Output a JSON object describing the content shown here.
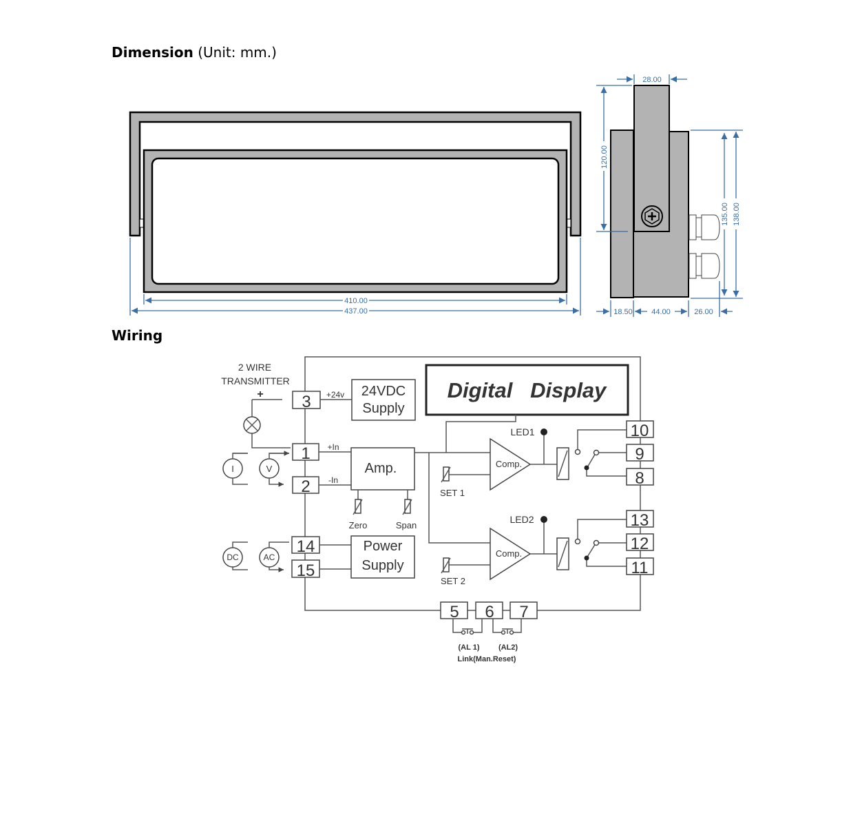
{
  "dimension": {
    "title": "Dimension",
    "unit": " (Unit: mm.)",
    "front": {
      "inner_width": "410.00",
      "outer_width": "437.00"
    },
    "side": {
      "top_width": "28.00",
      "bracket_height": "120.00",
      "body_height": "135.00",
      "overall_height": "138.00",
      "front_depth": "18.50",
      "body_depth": "44.00",
      "gland_depth": "26.00"
    },
    "colors": {
      "dimension_line": "#3a6ea5",
      "body_fill": "#b3b3b3"
    }
  },
  "wiring": {
    "title": "Wiring",
    "transmitter": [
      "2 WIRE",
      "TRANSMITTER"
    ],
    "plus": "+",
    "sources": {
      "current": "I",
      "voltage": "V",
      "dc": "DC",
      "ac": "AC"
    },
    "terminals": {
      "t3": "3",
      "t1": "1",
      "t2": "2",
      "t14": "14",
      "t15": "15",
      "t10": "10",
      "t9": "9",
      "t8": "8",
      "t13": "13",
      "t12": "12",
      "t11": "11",
      "t5": "5",
      "t6": "6",
      "t7": "7"
    },
    "signals": {
      "plus24": "+24v",
      "plus_in": "+In",
      "minus_in": "-In"
    },
    "supply24": [
      "24VDC",
      "Supply"
    ],
    "amp": "Amp.",
    "zero": "Zero",
    "span": "Span",
    "power": [
      "Power",
      "Supply"
    ],
    "display": "Digital   Display",
    "led1": "LED1",
    "led2": "LED2",
    "comp": "Comp.",
    "set1": "SET 1",
    "set2": "SET 2",
    "al1": "(AL 1)",
    "al2": "(AL2)",
    "link": "Link(Man.Reset)"
  }
}
